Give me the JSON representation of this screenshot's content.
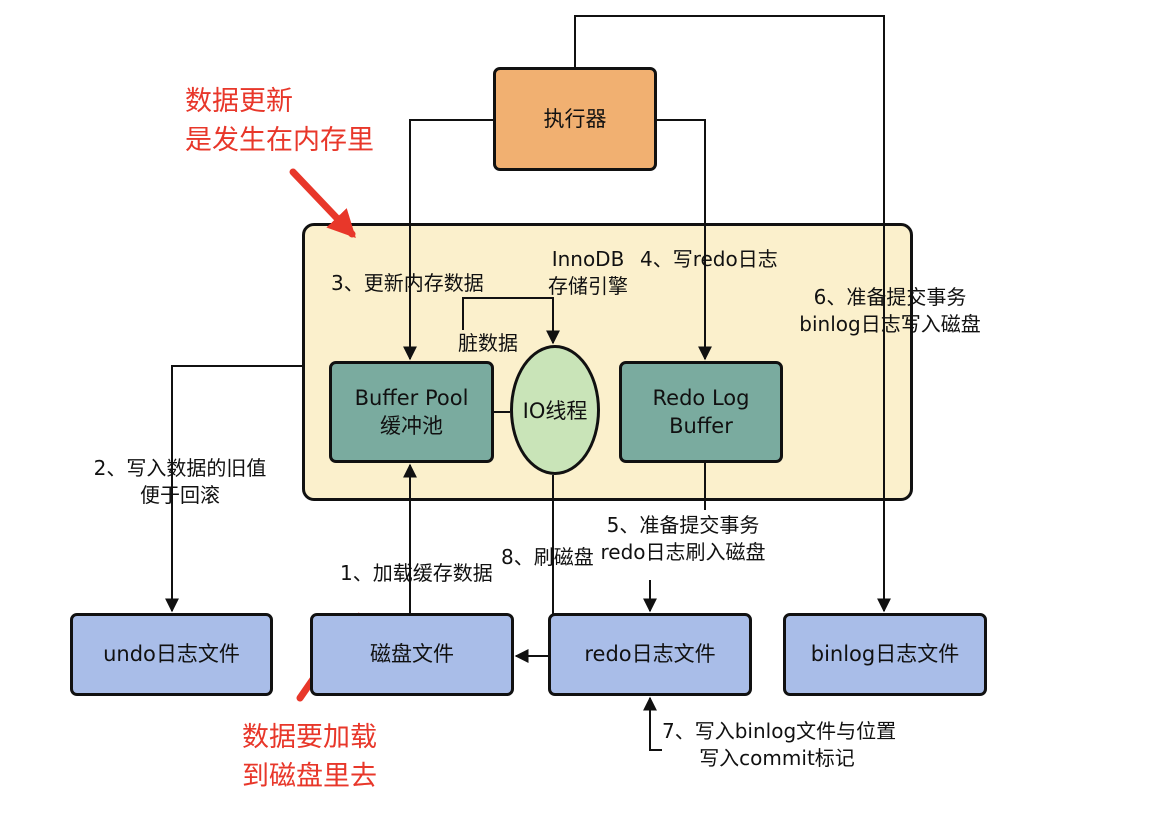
{
  "nodes": {
    "executor": "执行器",
    "engine": [
      "InnoDB",
      "存储引擎"
    ],
    "buffer_pool": [
      "Buffer Pool",
      "缓冲池"
    ],
    "io_thread": "IO线程",
    "redo_log_buffer": [
      "Redo Log",
      "Buffer"
    ],
    "undo_file": "undo日志文件",
    "disk_file": "磁盘文件",
    "redo_file": "redo日志文件",
    "binlog_file": "binlog日志文件"
  },
  "steps": {
    "s1": "1、加载缓存数据",
    "s2": [
      "2、写入数据的旧值",
      "便于回滚"
    ],
    "s3": "3、更新内存数据",
    "s4": "4、写redo日志",
    "s5": [
      "5、准备提交事务",
      "redo日志刷入磁盘"
    ],
    "s6": [
      "6、准备提交事务",
      "binlog日志写入磁盘"
    ],
    "s7": [
      "7、写入binlog文件与位置",
      "写入commit标记"
    ],
    "s8": "8、刷磁盘",
    "dirty": "脏数据"
  },
  "annotations": {
    "memory": [
      "数据更新",
      "是发生在内存里"
    ],
    "disk": [
      "数据要加载",
      "到磁盘里去"
    ]
  },
  "colors": {
    "executor": "#f1b071",
    "engine": "#fbf0cc",
    "buffer": "#7aab9f",
    "io": "#c9e4b8",
    "file": "#a9bde8",
    "annotation": "#e8372a"
  }
}
